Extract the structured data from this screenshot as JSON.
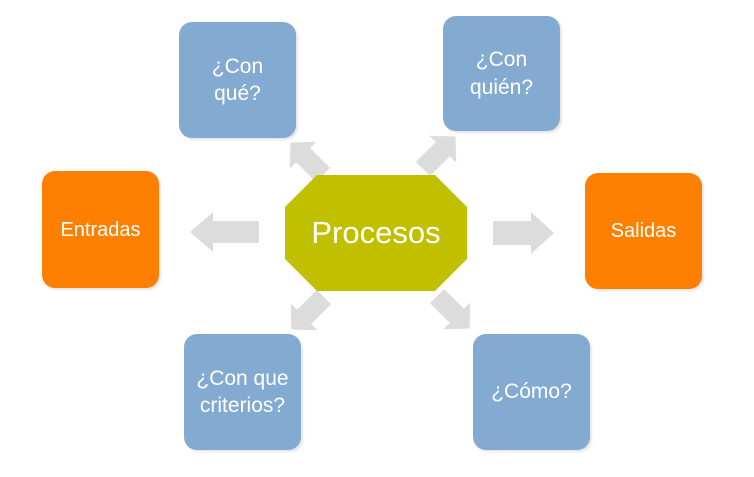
{
  "diagram": {
    "center": {
      "label": "Procesos"
    },
    "nodes": {
      "con_que": {
        "label": "¿Con\nqué?"
      },
      "con_quien": {
        "label": "¿Con\nquién?"
      },
      "criterios": {
        "label": "¿Con que\ncriterios?"
      },
      "como": {
        "label": "¿Cómo?"
      },
      "entradas": {
        "label": "Entradas"
      },
      "salidas": {
        "label": "Salidas"
      }
    },
    "colors": {
      "center": "#c0bf00",
      "question_boxes": "#83abd1",
      "io_boxes": "#ff8000",
      "arrows": "#dcdcdc"
    }
  }
}
